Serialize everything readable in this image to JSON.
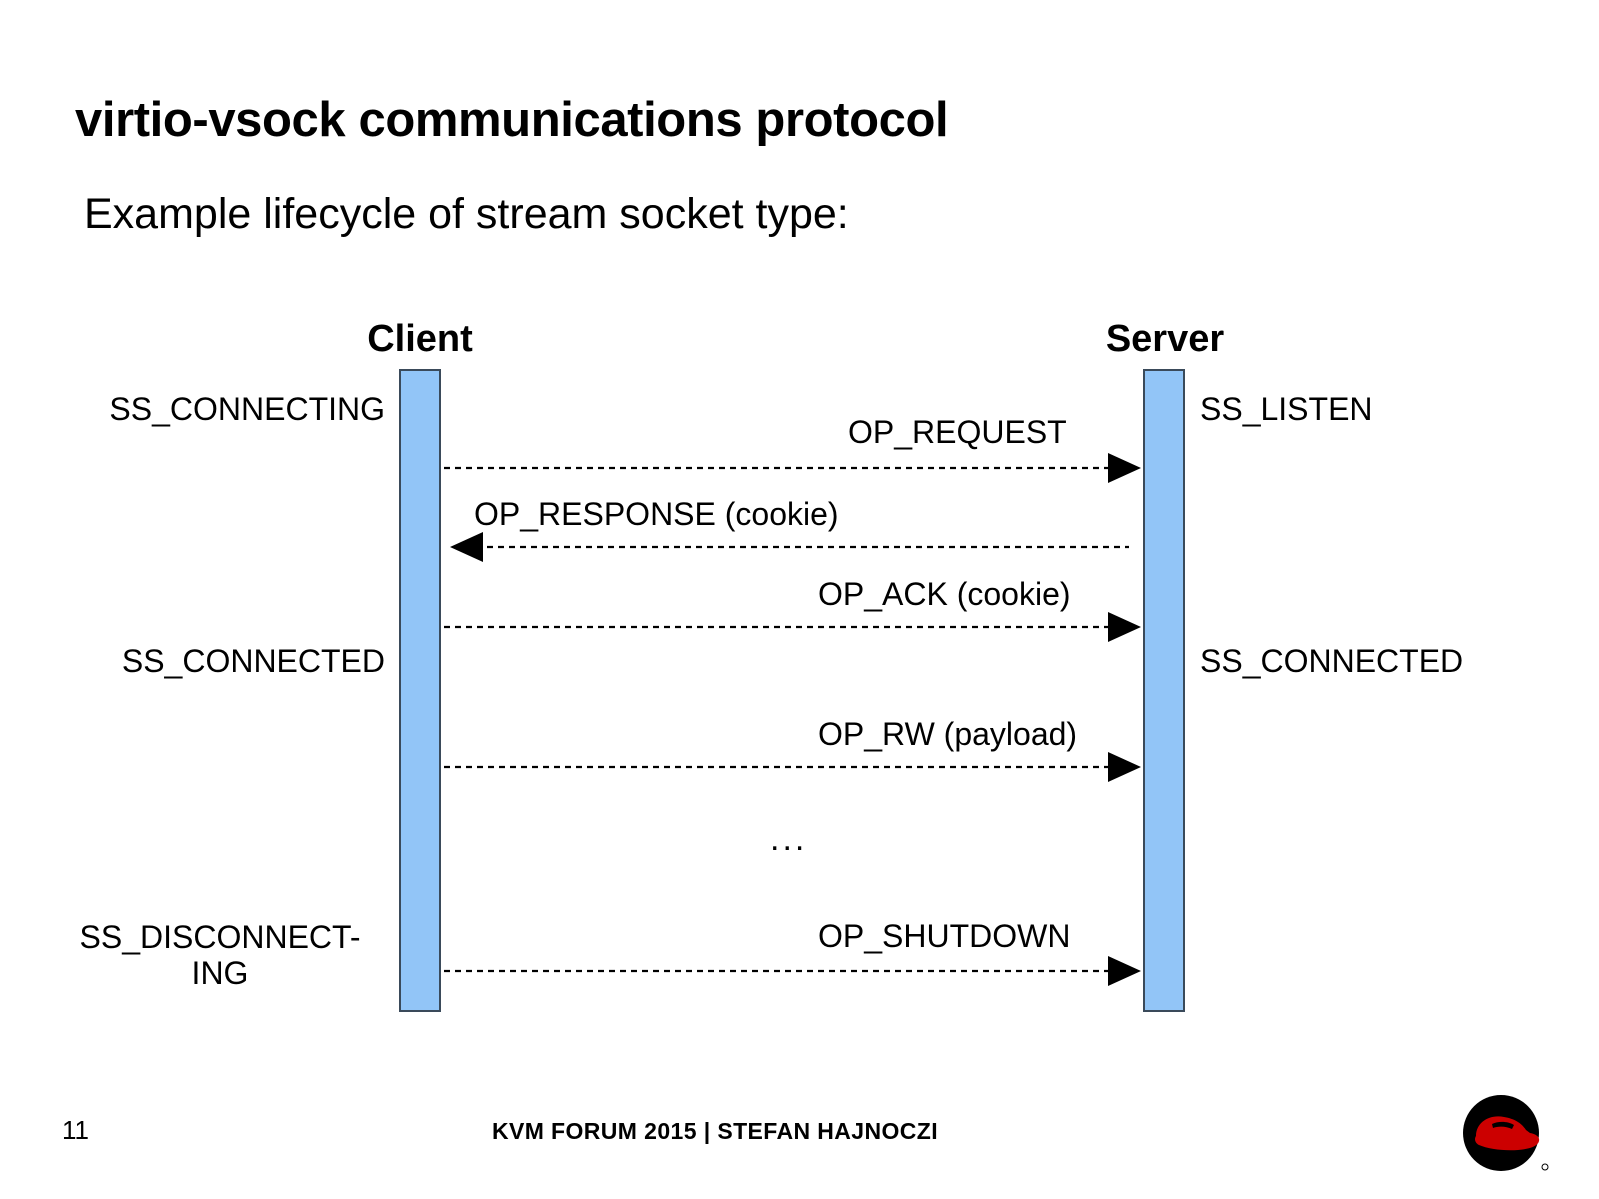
{
  "slide": {
    "title": "virtio-vsock communications protocol",
    "subtitle": "Example lifecycle of stream socket type:",
    "page_number": "11",
    "credit": "KVM FORUM 2015 | STEFAN HAJNOCZI",
    "logo_name": "redhat-shadowman-logo",
    "colors": {
      "background": "#ffffff",
      "text": "#000000",
      "lifeline_fill": "#92C5F7",
      "lifeline_border": "#3A4A5A",
      "logo_red": "#CC0000",
      "logo_black": "#000000"
    }
  },
  "diagram": {
    "type": "sequence",
    "actors": [
      {
        "id": "client",
        "label": "Client"
      },
      {
        "id": "server",
        "label": "Server"
      }
    ],
    "client_states": [
      {
        "label": "SS_CONNECTING"
      },
      {
        "label": "SS_CONNECTED"
      },
      {
        "label": "SS_DISCONNECT-ING"
      }
    ],
    "server_states": [
      {
        "label": "SS_LISTEN"
      },
      {
        "label": "SS_CONNECTED"
      }
    ],
    "messages": [
      {
        "label": "OP_REQUEST",
        "direction": "client-to-server",
        "style": "dashed"
      },
      {
        "label": "OP_RESPONSE (cookie)",
        "direction": "server-to-client",
        "style": "dashed"
      },
      {
        "label": "OP_ACK (cookie)",
        "direction": "client-to-server",
        "style": "dashed"
      },
      {
        "label": "OP_RW (payload)",
        "direction": "client-to-server",
        "style": "dashed"
      },
      {
        "label": "OP_SHUTDOWN",
        "direction": "client-to-server",
        "style": "dashed"
      }
    ],
    "continuation_marker": "..."
  }
}
